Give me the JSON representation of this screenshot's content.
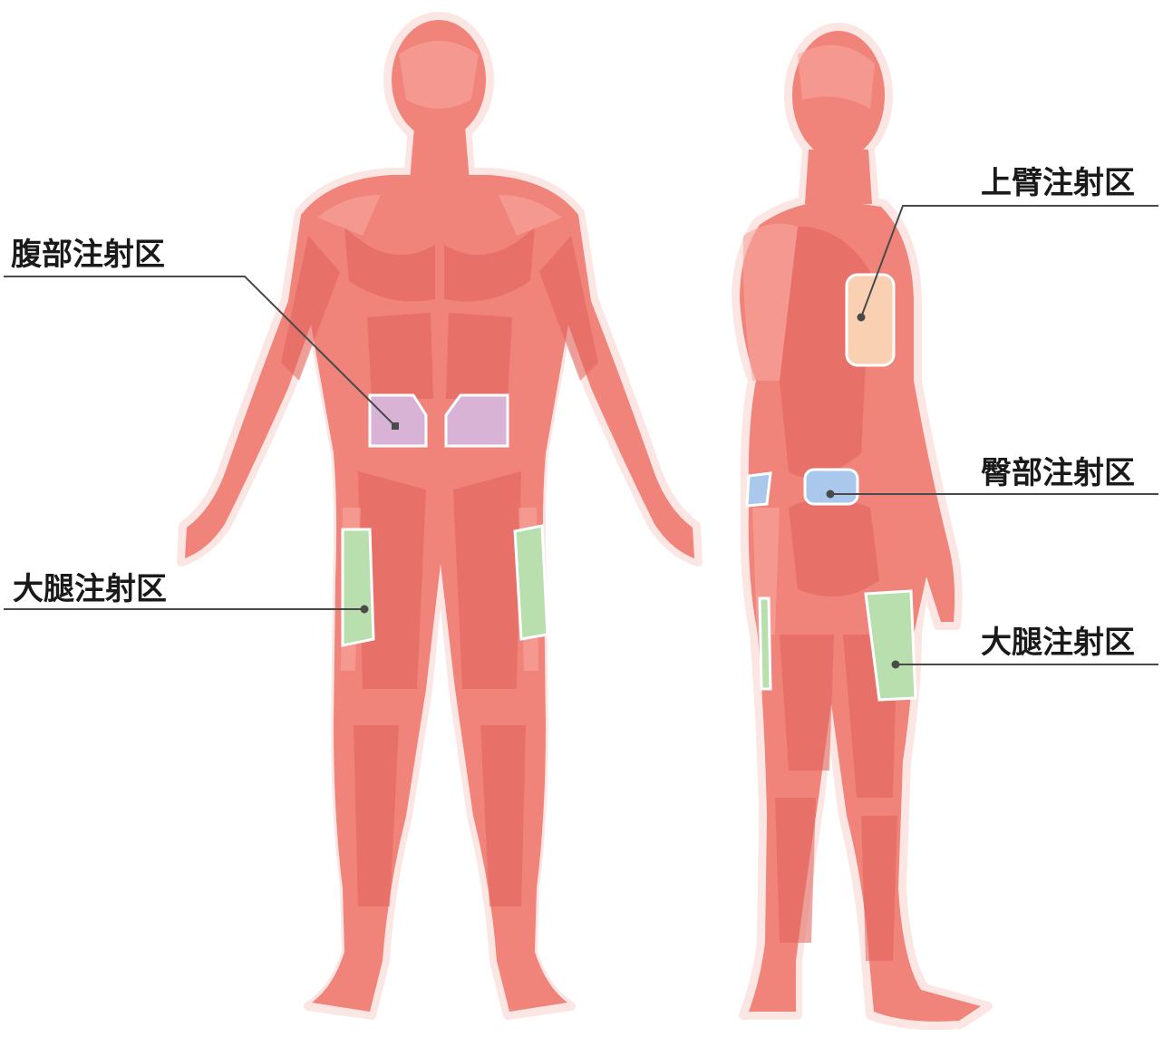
{
  "labels": {
    "abdomen": "腹部注射区",
    "front_thigh": "大腿注射区",
    "upper_arm": "上臂注射区",
    "buttock": "臀部注射区",
    "back_thigh": "大腿注射区"
  },
  "colors": {
    "skin": "#f0837a",
    "skin_light": "#f6a79f",
    "skin_dark": "#e0625a",
    "outline": "#fbe6e3",
    "abdomen_zone": "#d9b3d6",
    "thigh_zone": "#b9dfae",
    "upper_arm_zone": "#f9d1b2",
    "buttock_zone": "#a9c8ec",
    "leader_line": "#4a4a4a"
  }
}
